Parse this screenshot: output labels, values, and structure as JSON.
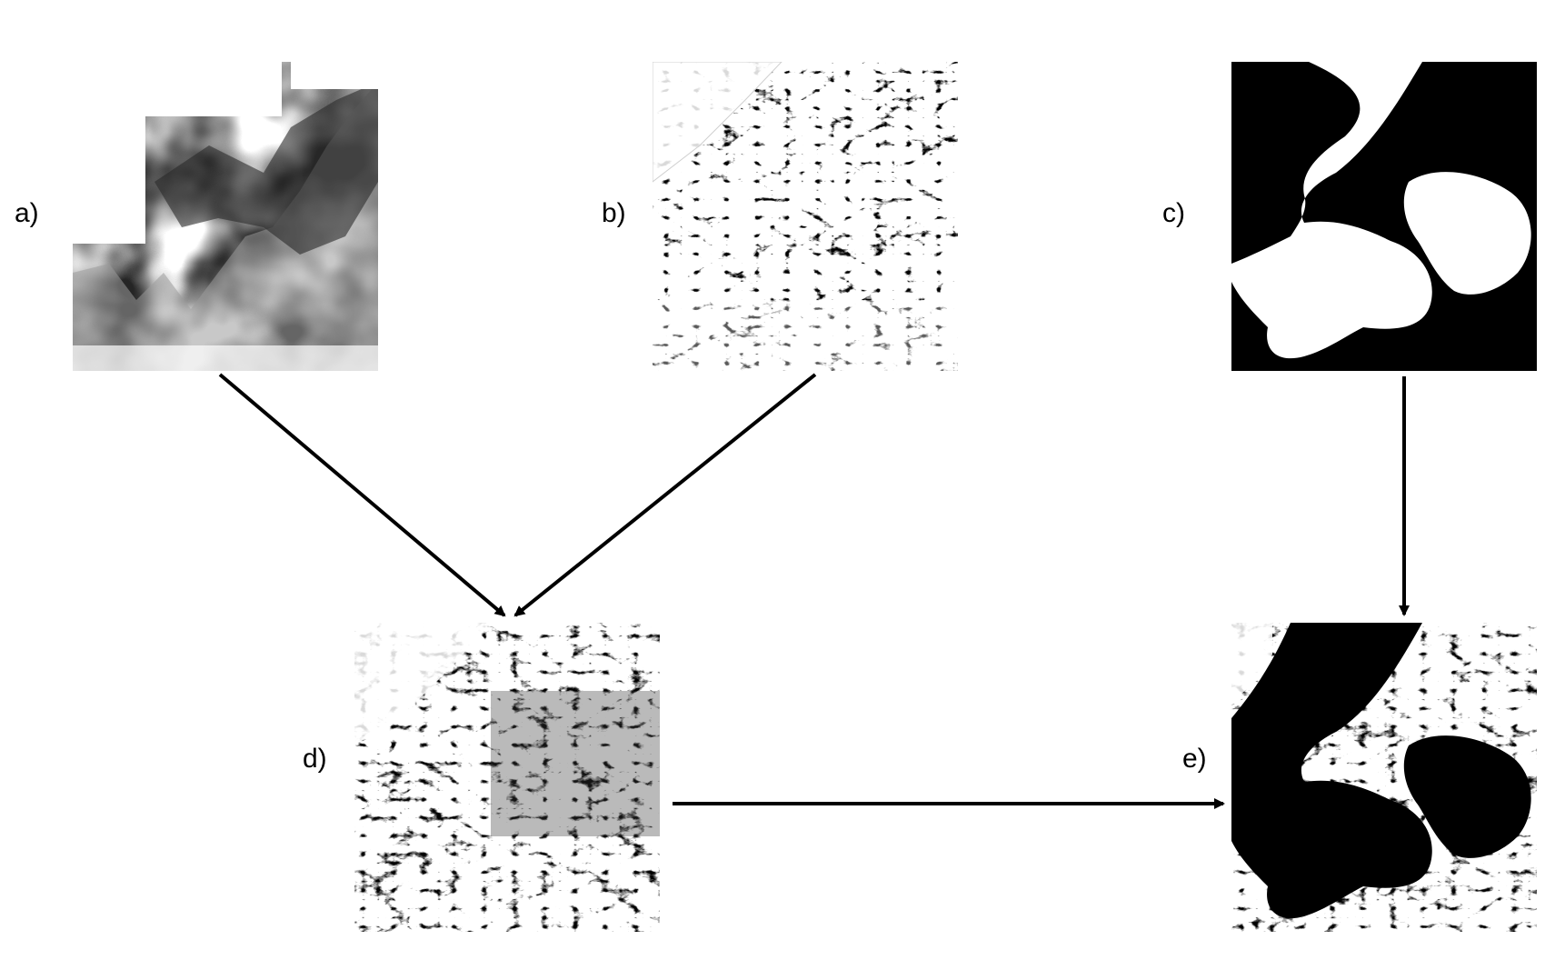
{
  "labels": {
    "a": "a)",
    "b": "b)",
    "c": "c)",
    "d": "d)",
    "e": "e)"
  },
  "colors": {
    "background": "#ffffff",
    "arrow": "#000000",
    "mask_foreground": "#ffffff",
    "mask_background": "#000000"
  }
}
